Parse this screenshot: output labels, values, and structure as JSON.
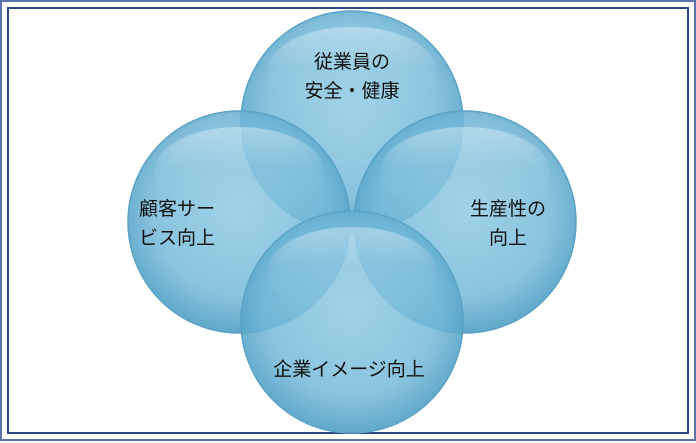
{
  "diagram": {
    "type": "four-circle venn",
    "colors": {
      "circle_fill": "#7fc0dc",
      "circle_edge": "#5aa3c6",
      "frame_outer": "#5b73a8",
      "frame_inner": "#2e4a86"
    },
    "circles": [
      {
        "name": "top",
        "lines": [
          "従業員の",
          "安全・健康"
        ]
      },
      {
        "name": "left",
        "lines": [
          "顧客サー",
          "ビス向上"
        ]
      },
      {
        "name": "right",
        "lines": [
          "生産性の",
          "向上"
        ]
      },
      {
        "name": "bottom",
        "lines": [
          "企業イメージ向上"
        ]
      }
    ]
  }
}
